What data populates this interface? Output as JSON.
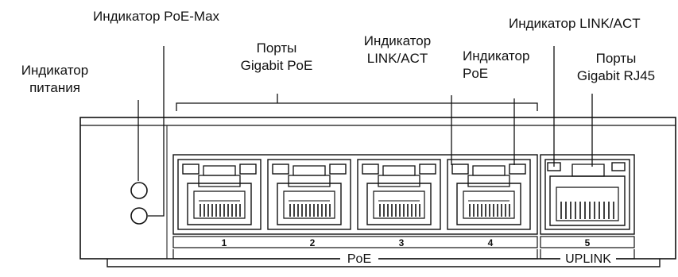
{
  "callouts": {
    "power": {
      "line1": "Индикатор",
      "line2": "питания"
    },
    "poe_max": {
      "line1": "Индикатор PoE-Max"
    },
    "gigabit_poe_ports": {
      "line1": "Порты",
      "line2": "Gigabit PoE"
    },
    "link_act_left": {
      "line1": "Индикатор",
      "line2": "LINK/ACT"
    },
    "poe_indicator": {
      "line1": "Индикатор",
      "line2": "PoE"
    },
    "link_act_right": {
      "line1": "Индикатор LINK/ACT"
    },
    "rj45_ports": {
      "line1": "Порты",
      "line2": "Gigabit RJ45"
    }
  },
  "ports": {
    "poe_numbers": [
      "1",
      "2",
      "3",
      "4"
    ],
    "uplink_number": "5"
  },
  "bands": {
    "poe_label": "PoE",
    "uplink_label": "UPLINK"
  }
}
